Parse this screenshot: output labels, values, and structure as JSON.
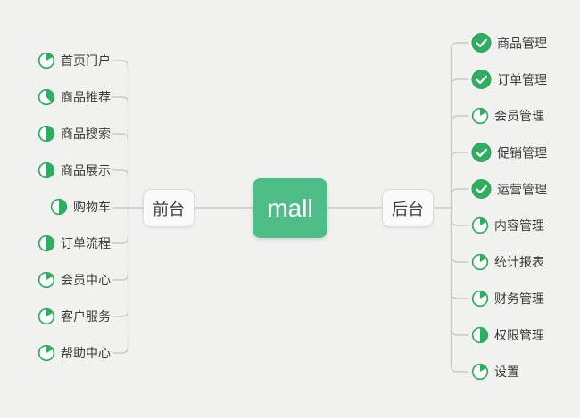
{
  "colors": {
    "background": "#f1f1ef",
    "node_green": "#4fbd88",
    "icon_green": "#2fae62",
    "icon_green_dark": "#27a257",
    "line": "#c9c9c7",
    "text": "#3b3b3b",
    "branch_node_bg": "#fafafa",
    "branch_node_border": "#dcdcda"
  },
  "root": {
    "label": "mall"
  },
  "front": {
    "label": "前台",
    "items": [
      {
        "label": "首页门户",
        "icon": "pie-60"
      },
      {
        "label": "商品推荐",
        "icon": "pie-135"
      },
      {
        "label": "商品搜索",
        "icon": "pie-180"
      },
      {
        "label": "商品展示",
        "icon": "pie-180"
      },
      {
        "label": "购物车",
        "icon": "pie-180"
      },
      {
        "label": "订单流程",
        "icon": "pie-180"
      },
      {
        "label": "会员中心",
        "icon": "pie-60"
      },
      {
        "label": "客户服务",
        "icon": "pie-60"
      },
      {
        "label": "帮助中心",
        "icon": "pie-60"
      }
    ]
  },
  "back": {
    "label": "后台",
    "items": [
      {
        "label": "商品管理",
        "icon": "check"
      },
      {
        "label": "订单管理",
        "icon": "check"
      },
      {
        "label": "会员管理",
        "icon": "pie-60"
      },
      {
        "label": "促销管理",
        "icon": "check"
      },
      {
        "label": "运营管理",
        "icon": "check"
      },
      {
        "label": "内容管理",
        "icon": "pie-60"
      },
      {
        "label": "统计报表",
        "icon": "pie-60"
      },
      {
        "label": "财务管理",
        "icon": "pie-60"
      },
      {
        "label": "权限管理",
        "icon": "pie-180"
      },
      {
        "label": "设置",
        "icon": "pie-60"
      }
    ]
  }
}
